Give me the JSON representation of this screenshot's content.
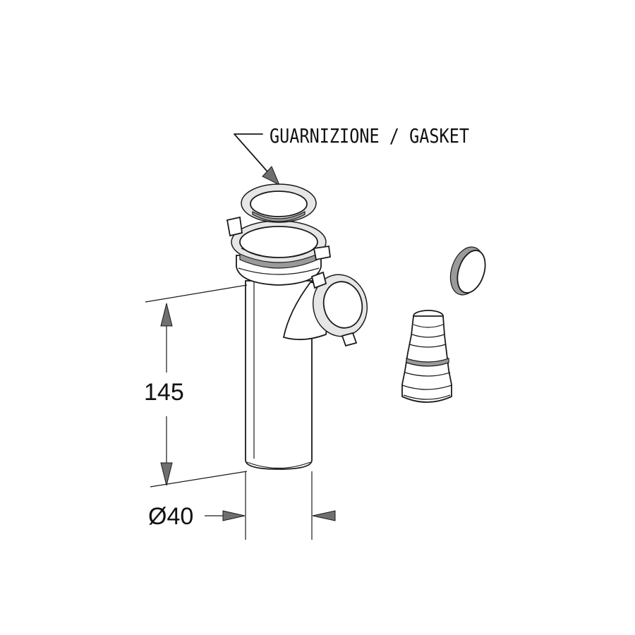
{
  "labels": {
    "gasket_callout": "GUARNIZIONE / GASKET",
    "height_dimension": "145",
    "diameter_dimension": "Ø40"
  }
}
